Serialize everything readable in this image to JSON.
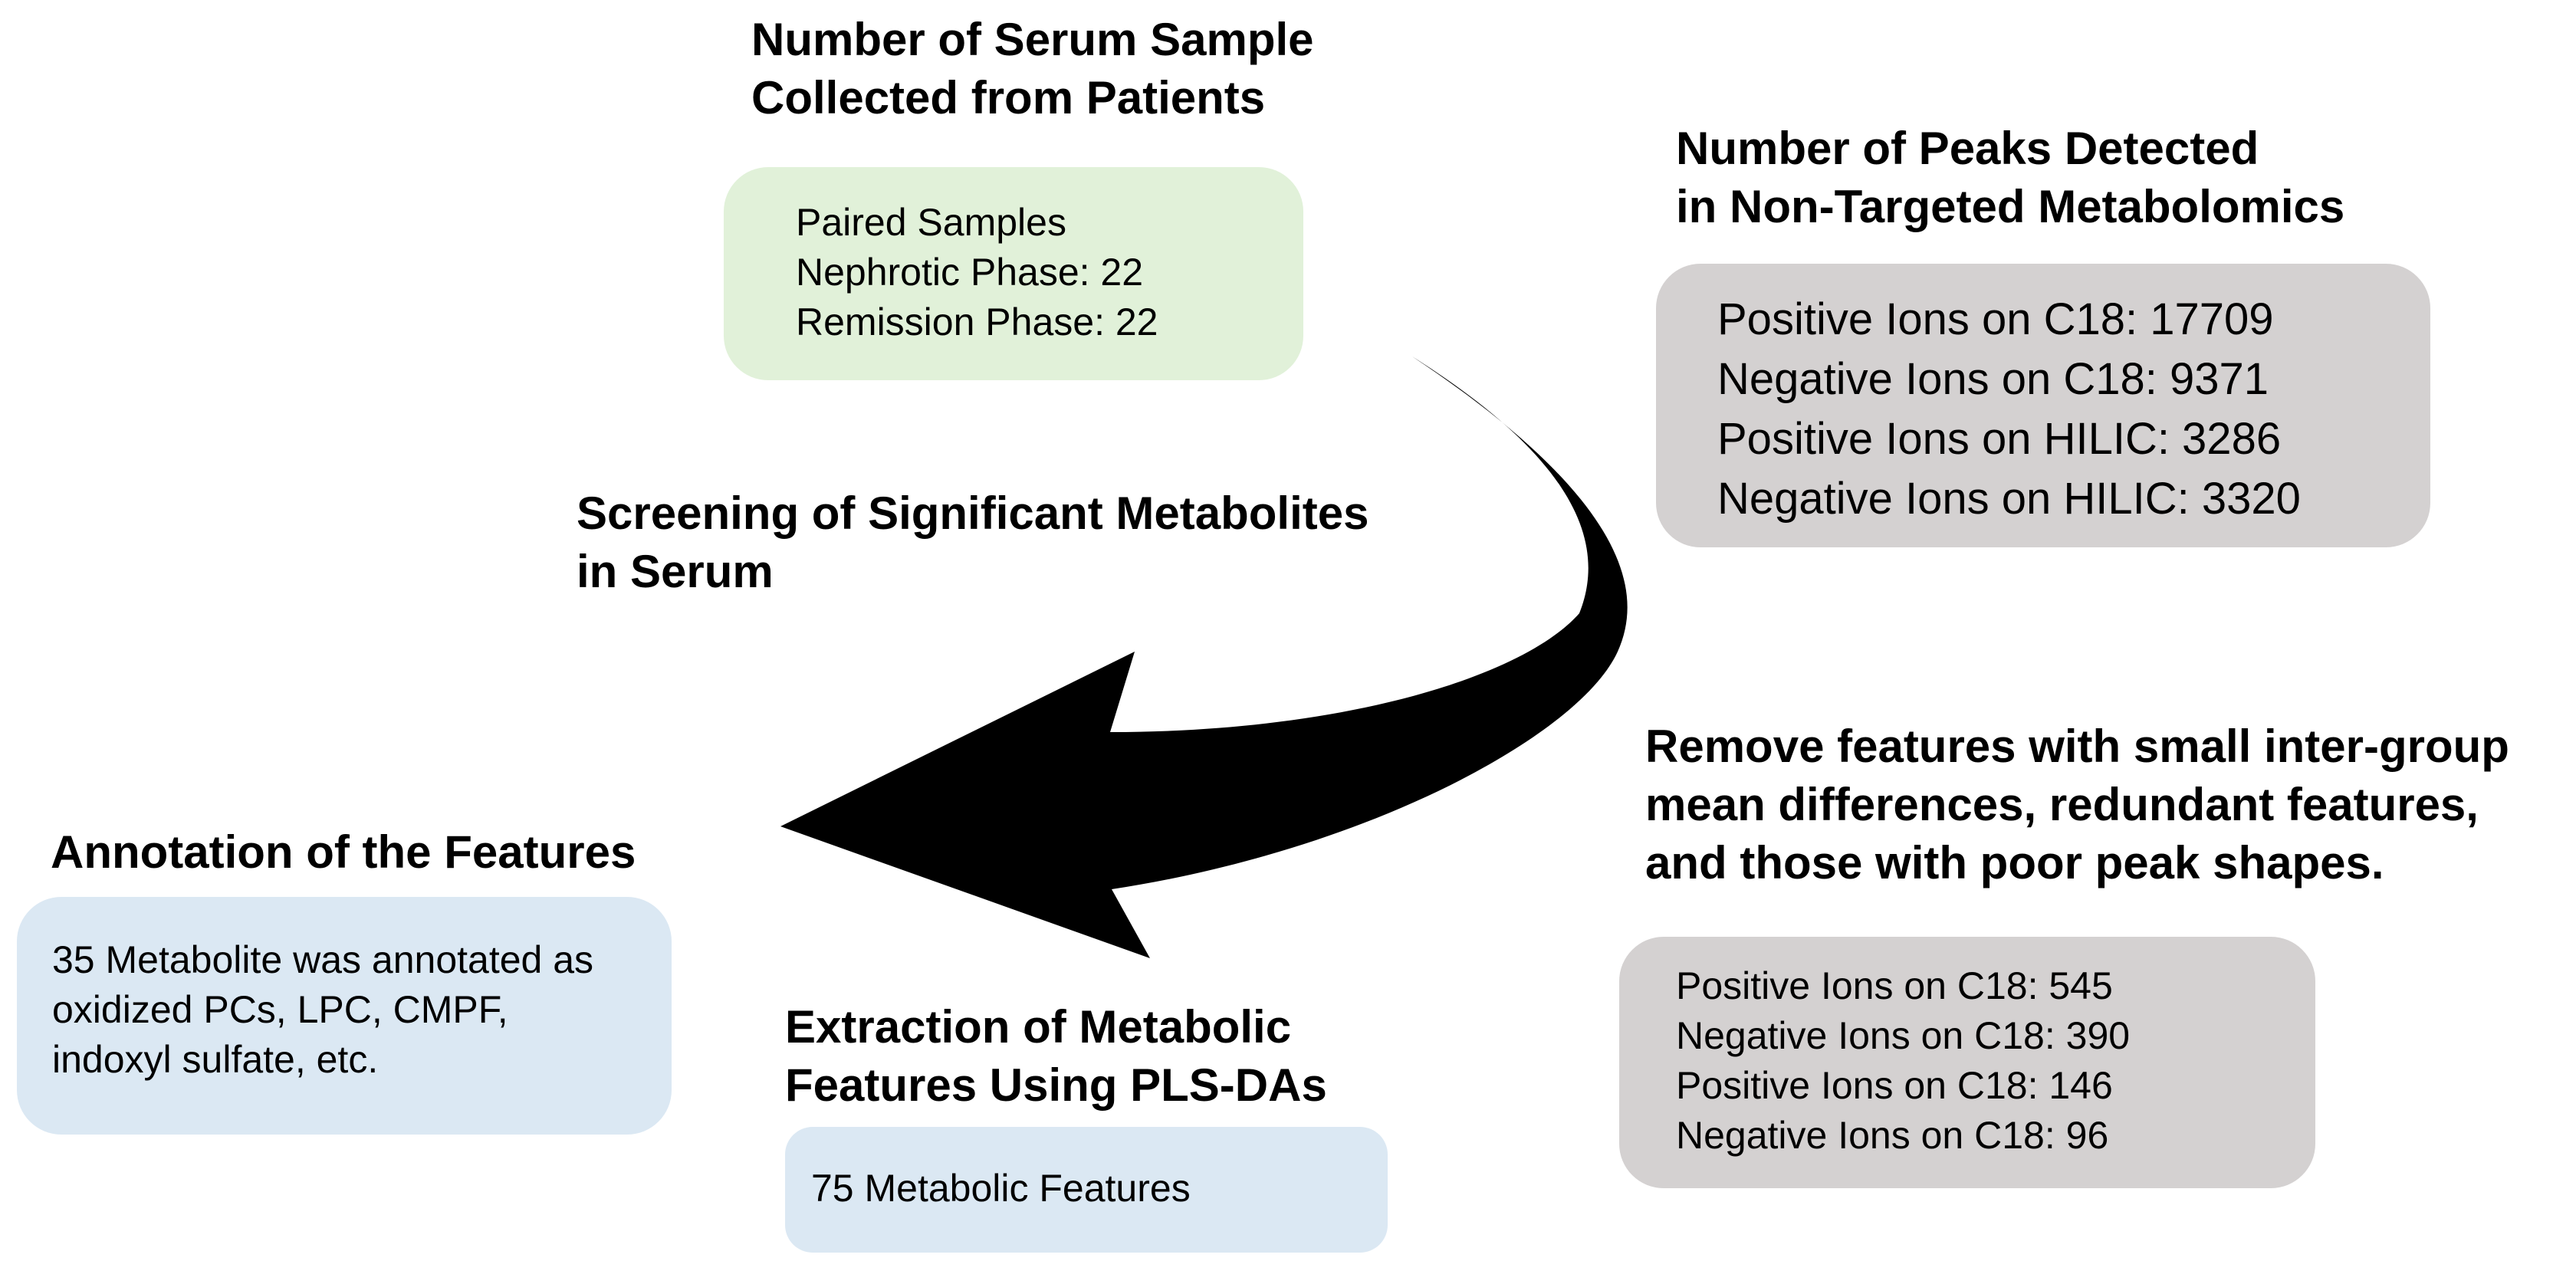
{
  "serum_samples": {
    "heading": [
      "Number of Serum Sample",
      "Collected from Patients"
    ],
    "box_lines": [
      "Paired Samples",
      "Nephrotic Phase: 22",
      "Remission Phase: 22"
    ]
  },
  "peaks_detected": {
    "heading": [
      "Number of Peaks Detected",
      "in Non-Targeted Metabolomics"
    ],
    "box_lines": [
      "Positive Ions on C18: 17709",
      "Negative Ions on C18: 9371",
      "Positive Ions on HILIC: 3286",
      "Negative Ions on HILIC: 3320"
    ]
  },
  "screening": {
    "heading": [
      "Screening of Significant Metabolites",
      "in Serum"
    ]
  },
  "remove_features": {
    "heading": [
      "Remove features with small inter-group",
      "mean differences, redundant features,",
      "and those with poor peak shapes."
    ],
    "box_lines": [
      "Positive Ions on C18: 545",
      "Negative Ions on C18: 390",
      "Positive Ions on C18: 146",
      "Negative Ions on C18: 96"
    ]
  },
  "annotation": {
    "heading": [
      "Annotation of the Features"
    ],
    "box_lines": [
      "35 Metabolite was annotated as",
      "oxidized PCs, LPC, CMPF,",
      "indoxyl sulfate, etc."
    ]
  },
  "extraction": {
    "heading": [
      "Extraction of Metabolic",
      "Features Using PLS-DAs"
    ],
    "box_lines": [
      "75 Metabolic Features"
    ]
  },
  "colors": {
    "green_box": "#e1f1d9",
    "blue_box": "#dbe8f3",
    "gray_box": "#d4d1d1",
    "arrow": "#000000"
  }
}
